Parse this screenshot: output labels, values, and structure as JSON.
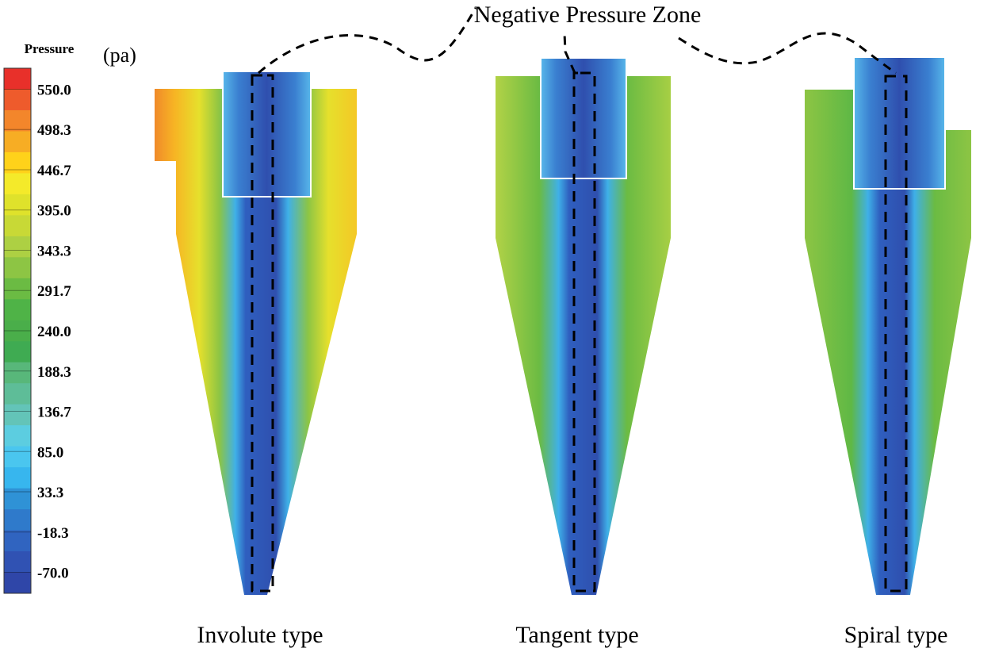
{
  "legend": {
    "title": "Pressure",
    "unit": "(pa)",
    "tick_labels": [
      "550.0",
      "498.3",
      "446.7",
      "395.0",
      "343.3",
      "291.7",
      "240.0",
      "188.3",
      "136.7",
      "85.0",
      "33.3",
      "-18.3",
      "-70.0"
    ],
    "colors": [
      "#e8302a",
      "#ee5b2c",
      "#f3862b",
      "#f7ad24",
      "#ffd21a",
      "#f4ea2a",
      "#dfe22b",
      "#c8d936",
      "#add043",
      "#8dc544",
      "#6bbb43",
      "#4fb347",
      "#4aae4a",
      "#3fab52",
      "#58b77a",
      "#5ebd98",
      "#63c4b8",
      "#5ccde0",
      "#4ac6ef",
      "#37b6ee",
      "#2f92d6",
      "#2f7acb",
      "#3064c0",
      "#3052b3",
      "#2f46a8"
    ]
  },
  "annotation": "Negative Pressure Zone",
  "cyclones": [
    {
      "label": "Involute type"
    },
    {
      "label": "Tangent type"
    },
    {
      "label": "Spiral type"
    }
  ]
}
